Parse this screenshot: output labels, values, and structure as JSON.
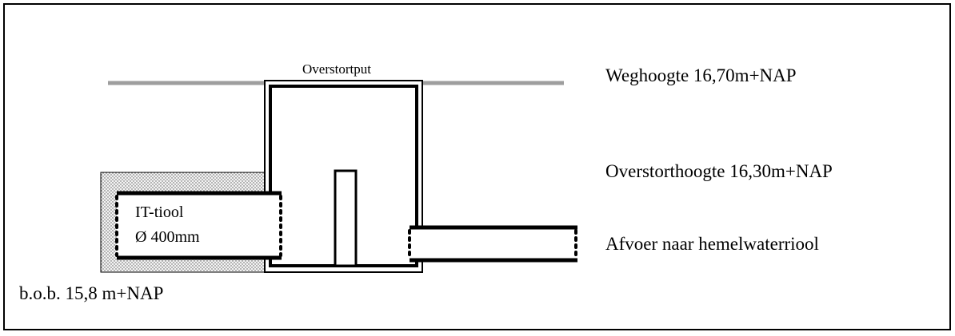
{
  "diagram": {
    "title": "Overstortput",
    "labels": {
      "road_level": "Weghoogte 16,70m+NAP",
      "overflow_level": "Overstorthoogte 16,30m+NAP",
      "outlet": "Afvoer naar hemelwaterriool",
      "inlet_pipe_name": "IT-tiool",
      "inlet_pipe_diameter": "Ø 400mm",
      "bottom_level": "b.o.b. 15,8 m+NAP"
    },
    "colors": {
      "road": "#9e9e9e",
      "lines": "#000000",
      "soil_fill": "#e8e8e8"
    }
  }
}
